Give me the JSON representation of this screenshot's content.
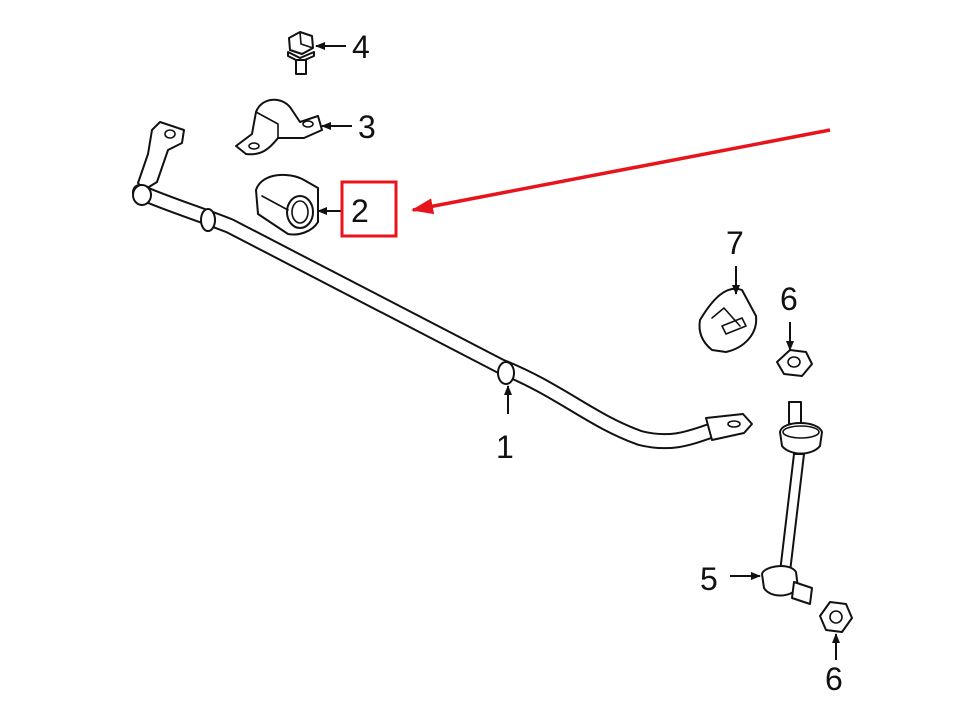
{
  "callouts": {
    "c1": "1",
    "c2": "2",
    "c3": "3",
    "c4": "4",
    "c5": "5",
    "c6a": "6",
    "c6b": "6",
    "c7": "7"
  },
  "highlight": {
    "target": "2",
    "color": "#e8141c"
  },
  "line_color": "#111111"
}
